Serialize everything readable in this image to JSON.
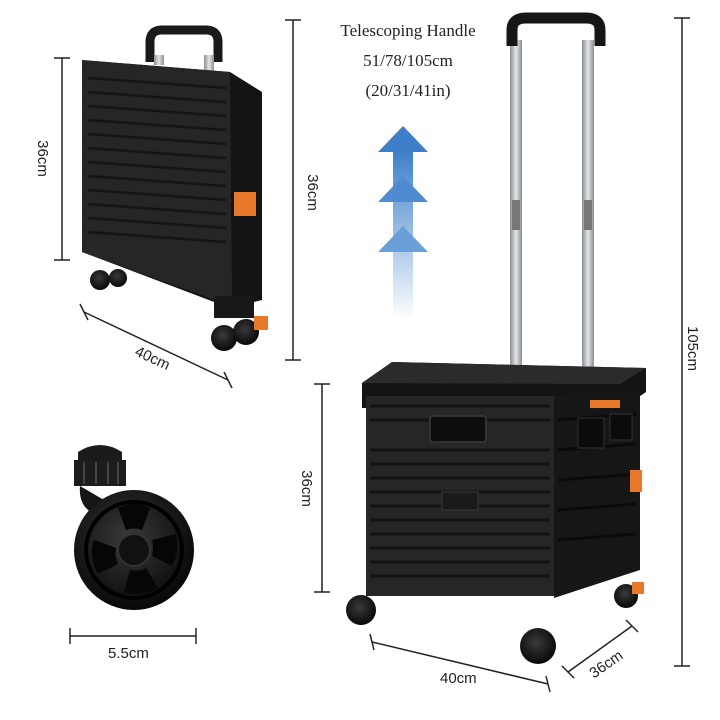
{
  "dimensions": {
    "folded_height": "36cm",
    "folded_width": "40cm",
    "folded_side": "36cm",
    "wheel": "5.5cm",
    "box_height": "36cm",
    "box_width": "40cm",
    "box_depth": "36cm",
    "total_height": "105cm"
  },
  "handle": {
    "title": "Telescoping Handle",
    "cm": "51/78/105cm",
    "inches": "(20/31/41in)"
  },
  "colors": {
    "body": "#1e1e1e",
    "accent": "#e8782a",
    "arrow": "#3d7fc9",
    "metal": "#b9bcbf"
  }
}
